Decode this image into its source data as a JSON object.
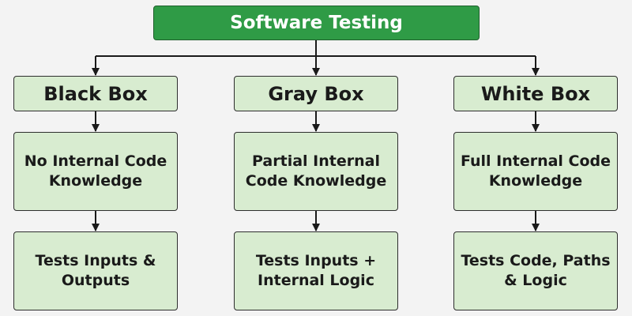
{
  "root": {
    "label": "Software Testing"
  },
  "colors": {
    "root_fill": "#2f9b46",
    "node_fill": "#d8ecd0",
    "border": "#2e2e2e",
    "background": "#f3f3f3"
  },
  "columns": [
    {
      "category": "Black Box",
      "knowledge": "No Internal Code\nKnowledge",
      "tests": "Tests Inputs &\nOutputs"
    },
    {
      "category": "Gray Box",
      "knowledge": "Partial Internal\nCode Knowledge",
      "tests": "Tests Inputs +\nInternal Logic"
    },
    {
      "category": "White Box",
      "knowledge": "Full Internal Code\nKnowledge",
      "tests": "Tests Code, Paths\n& Logic"
    }
  ]
}
